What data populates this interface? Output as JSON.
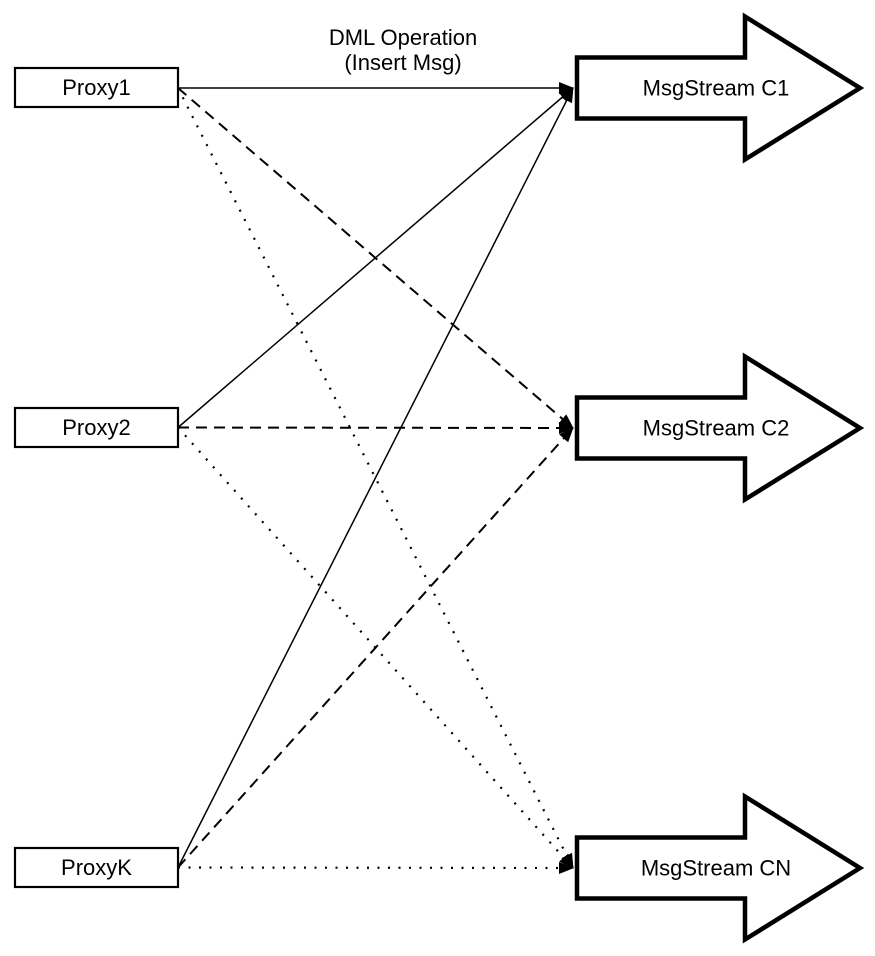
{
  "diagram": {
    "title_label": {
      "line1": "DML Operation",
      "line2": "(Insert Msg)"
    },
    "proxies": [
      {
        "label": "Proxy1"
      },
      {
        "label": "Proxy2"
      },
      {
        "label": "ProxyK"
      }
    ],
    "streams": [
      {
        "label": "MsgStream C1",
        "incoming_line_style": "solid"
      },
      {
        "label": "MsgStream C2",
        "incoming_line_style": "dashed"
      },
      {
        "label": "MsgStream CN",
        "incoming_line_style": "dotted"
      }
    ],
    "connections": [
      {
        "from": "Proxy1",
        "to": "MsgStream C1",
        "style": "solid"
      },
      {
        "from": "Proxy1",
        "to": "MsgStream C2",
        "style": "dashed"
      },
      {
        "from": "Proxy1",
        "to": "MsgStream CN",
        "style": "dotted"
      },
      {
        "from": "Proxy2",
        "to": "MsgStream C1",
        "style": "solid"
      },
      {
        "from": "Proxy2",
        "to": "MsgStream C2",
        "style": "dashed"
      },
      {
        "from": "Proxy2",
        "to": "MsgStream CN",
        "style": "dotted"
      },
      {
        "from": "ProxyK",
        "to": "MsgStream C1",
        "style": "solid"
      },
      {
        "from": "ProxyK",
        "to": "MsgStream C2",
        "style": "dashed"
      },
      {
        "from": "ProxyK",
        "to": "MsgStream CN",
        "style": "dotted"
      }
    ],
    "colors": {
      "stroke": "#000000",
      "fill": "#ffffff",
      "background": "#ffffff"
    }
  }
}
